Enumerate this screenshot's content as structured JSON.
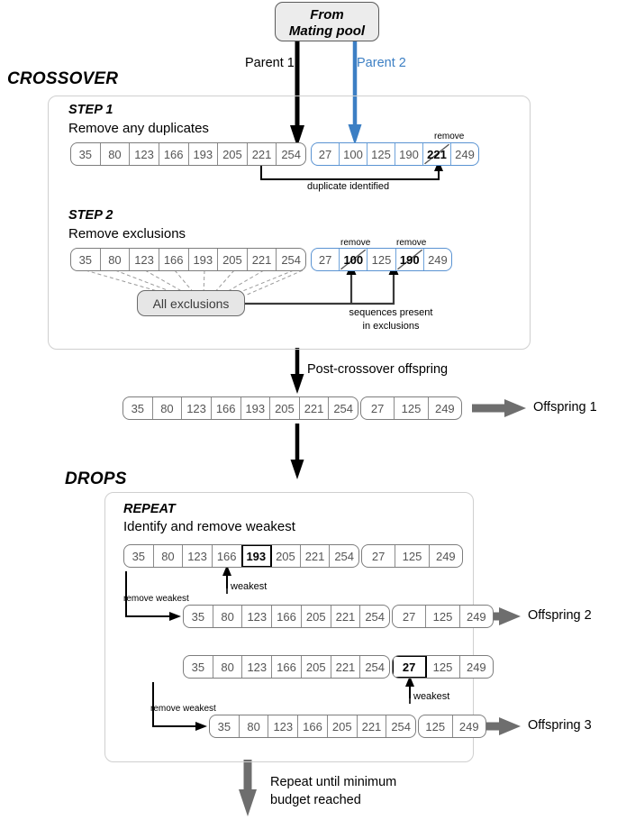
{
  "diagram": {
    "source_box": {
      "line1": "From",
      "line2": "Mating pool"
    },
    "parent1_label": "Parent 1",
    "parent2_label": "Parent 2",
    "parent2_color": "#3c7fc4",
    "gray_arrow_color": "#6e6e6e",
    "sections": {
      "crossover": "CROSSOVER",
      "drops": "DROPS"
    },
    "step1": {
      "title": "STEP 1",
      "subtitle": "Remove any duplicates",
      "parent1": [
        "35",
        "80",
        "123",
        "166",
        "193",
        "205",
        "221",
        "254"
      ],
      "parent2": [
        "27",
        "100",
        "125",
        "190",
        "221",
        "249"
      ],
      "remove_label": "remove",
      "callout": "duplicate identified",
      "removed_index": 4
    },
    "step2": {
      "title": "STEP 2",
      "subtitle": "Remove exclusions",
      "parent1": [
        "35",
        "80",
        "123",
        "166",
        "193",
        "205",
        "221",
        "254"
      ],
      "parent2": [
        "27",
        "100",
        "125",
        "190",
        "249"
      ],
      "exclusions_label": "All exclusions",
      "remove_label_1": "remove",
      "remove_label_2": "remove",
      "callout_line1": "sequences present",
      "callout_line2": "in exclusions",
      "removed_indices": [
        1,
        3
      ]
    },
    "post_crossover": {
      "label": "Post-crossover offspring",
      "segment_a": [
        "35",
        "80",
        "123",
        "166",
        "193",
        "205",
        "221",
        "254"
      ],
      "segment_b": [
        "27",
        "125",
        "249"
      ],
      "output_label": "Offspring 1"
    },
    "repeat": {
      "title": "REPEAT",
      "subtitle": "Identify and remove weakest"
    },
    "drop1": {
      "before_a": [
        "35",
        "80",
        "123",
        "166",
        "193",
        "205",
        "221",
        "254"
      ],
      "before_b": [
        "27",
        "125",
        "249"
      ],
      "weakest_index": 4,
      "weakest_label": "weakest",
      "remove_label": "remove weakest",
      "after_a": [
        "35",
        "80",
        "123",
        "166",
        "205",
        "221",
        "254"
      ],
      "after_b": [
        "27",
        "125",
        "249"
      ],
      "output_label": "Offspring 2"
    },
    "drop2": {
      "before_a": [
        "35",
        "80",
        "123",
        "166",
        "205",
        "221",
        "254"
      ],
      "before_b": [
        "27",
        "125",
        "249"
      ],
      "weakest_index": 0,
      "weakest_label": "weakest",
      "remove_label": "remove weakest",
      "after_a": [
        "35",
        "80",
        "123",
        "166",
        "205",
        "221",
        "254"
      ],
      "after_b": [
        "125",
        "249"
      ],
      "output_label": "Offspring 3"
    },
    "footer": {
      "line1": "Repeat until minimum",
      "line2": "budget reached"
    }
  }
}
